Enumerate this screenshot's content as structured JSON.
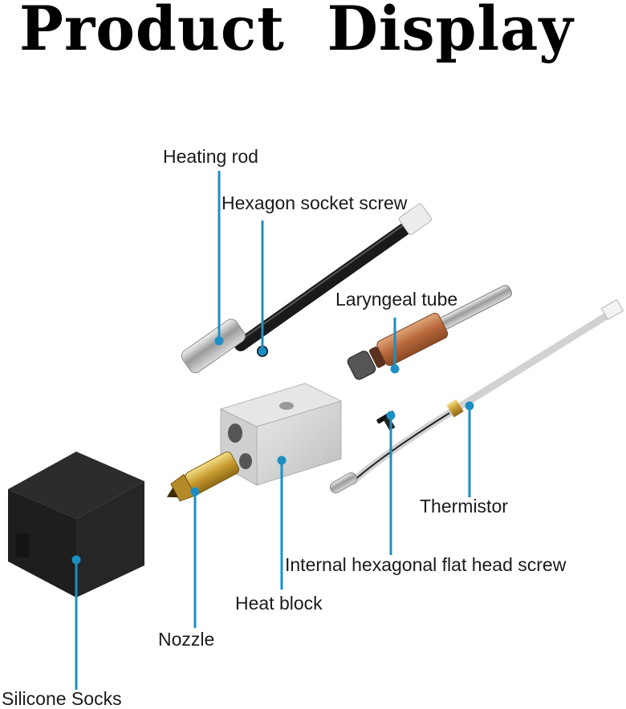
{
  "title": "Product  Display",
  "leader_color": "#1b8fc4",
  "parts": [
    {
      "id": "heating-rod",
      "label": "Heating rod"
    },
    {
      "id": "hexagon-socket-screw",
      "label": "Hexagon socket screw"
    },
    {
      "id": "laryngeal-tube",
      "label": "Laryngeal tube"
    },
    {
      "id": "thermistor",
      "label": "Thermistor"
    },
    {
      "id": "internal-hexagonal-flat-head-screw",
      "label": "Internal hexagonal flat head screw"
    },
    {
      "id": "heat-block",
      "label": "Heat block"
    },
    {
      "id": "nozzle",
      "label": "Nozzle"
    },
    {
      "id": "silicone-socks",
      "label": "Silicone Socks"
    }
  ]
}
